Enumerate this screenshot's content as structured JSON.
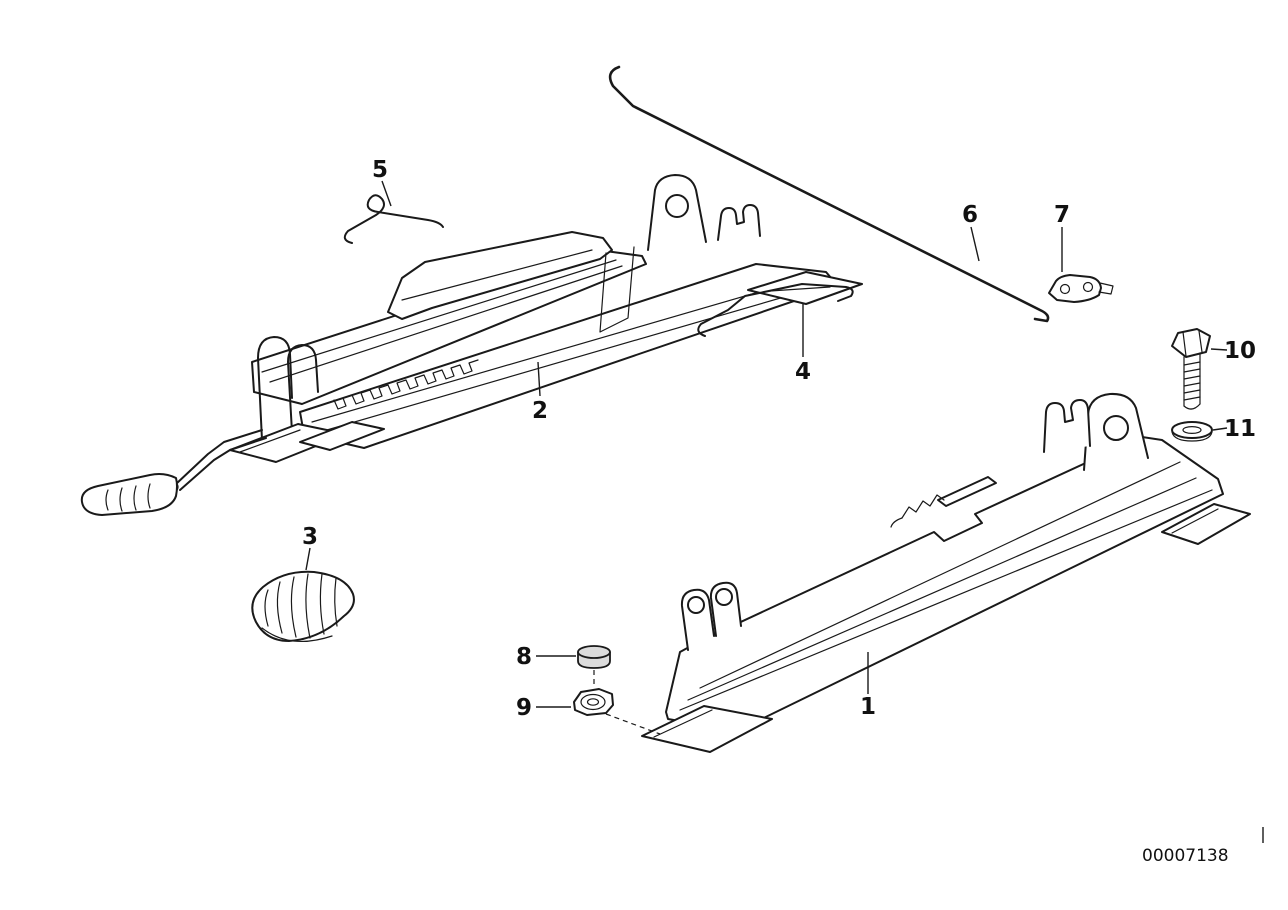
{
  "callouts": {
    "c1": "1",
    "c2": "2",
    "c3": "3",
    "c4": "4",
    "c5": "5",
    "c6": "6",
    "c7": "7",
    "c8": "8",
    "c9": "9",
    "c10": "10",
    "c11": "11"
  },
  "footer": {
    "part_code": "00007138"
  },
  "colors": {
    "line": "#1a1a1a",
    "background": "#ffffff"
  }
}
